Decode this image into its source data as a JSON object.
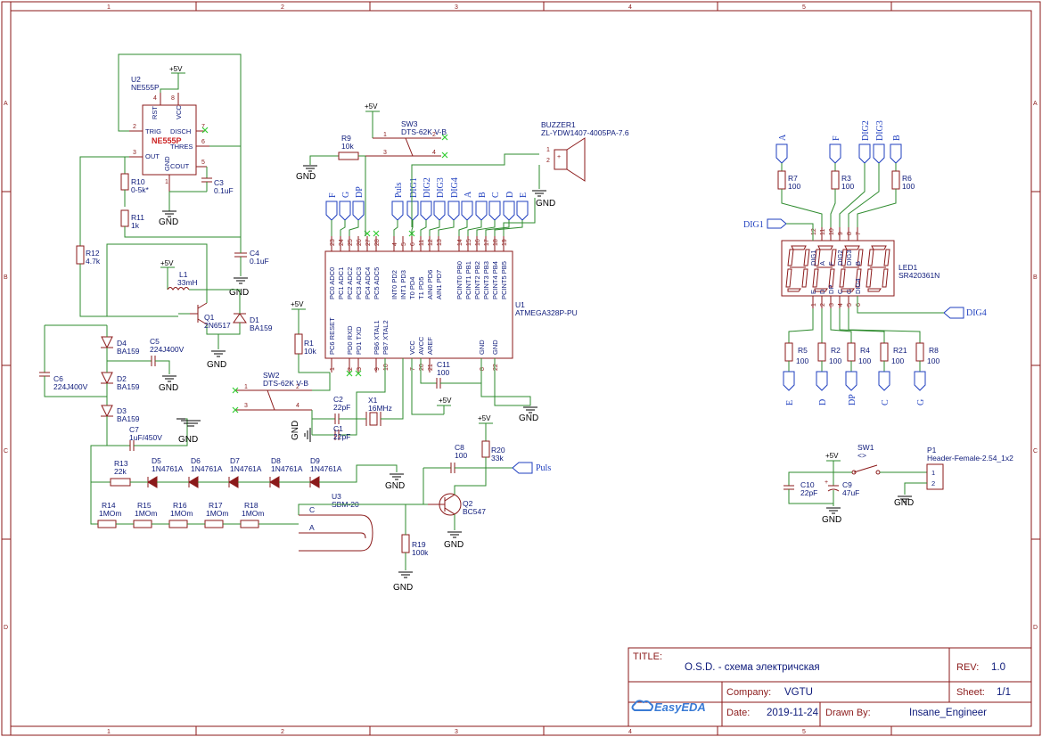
{
  "border": {
    "cols": [
      "1",
      "2",
      "3",
      "4",
      "5"
    ],
    "rows": [
      "A",
      "B",
      "C",
      "D"
    ]
  },
  "title_block": {
    "title_label": "TITLE:",
    "title": "O.S.D. - схема электричская",
    "rev_label": "REV:",
    "rev": "1.0",
    "company_label": "Company:",
    "company": "VGTU",
    "sheet_label": "Sheet:",
    "sheet": "1/1",
    "date_label": "Date:",
    "date": "2019-11-24",
    "drawn_label": "Drawn By:",
    "drawn_by": "Insane_Engineer",
    "logo": "EasyEDA"
  },
  "power": {
    "vcc": "+5V",
    "gnd": "GND"
  },
  "u2": {
    "ref": "U2",
    "name": "NE555P",
    "label": "NE555P",
    "pins": {
      "rst": "RST",
      "vcc": "VCC",
      "trig": "TRIG",
      "disch": "DISCH",
      "thres": "THRES",
      "out": "OUT",
      "gnd": "GND",
      "cout": "COUT"
    },
    "nums": [
      "4",
      "8",
      "2",
      "7",
      "6",
      "3",
      "1",
      "5"
    ]
  },
  "passives": {
    "r9": {
      "ref": "R9",
      "val": "10k"
    },
    "r10": {
      "ref": "R10",
      "val": "0-5k*"
    },
    "r11": {
      "ref": "R11",
      "val": "1k"
    },
    "r12": {
      "ref": "R12",
      "val": "4.7k"
    },
    "r1": {
      "ref": "R1",
      "val": "10k"
    },
    "r13": {
      "ref": "R13",
      "val": "22k"
    },
    "r14": {
      "ref": "R14",
      "val": "1MOm"
    },
    "r15": {
      "ref": "R15",
      "val": "1MOm"
    },
    "r16": {
      "ref": "R16",
      "val": "1MOm"
    },
    "r17": {
      "ref": "R17",
      "val": "1MOm"
    },
    "r18": {
      "ref": "R18",
      "val": "1MOm"
    },
    "r19": {
      "ref": "R19",
      "val": "100k"
    },
    "r20": {
      "ref": "R20",
      "val": "33k"
    },
    "r7": {
      "ref": "R7",
      "val": "100"
    },
    "r3": {
      "ref": "R3",
      "val": "100"
    },
    "r6": {
      "ref": "R6",
      "val": "100"
    },
    "r5": {
      "ref": "R5",
      "val": "100"
    },
    "r2": {
      "ref": "R2",
      "val": "100"
    },
    "r4": {
      "ref": "R4",
      "val": "100"
    },
    "r21": {
      "ref": "R21",
      "val": "100"
    },
    "r8": {
      "ref": "R8",
      "val": "100"
    },
    "c3": {
      "ref": "C3",
      "val": "0.1uF"
    },
    "c4": {
      "ref": "C4",
      "val": "0.1uF"
    },
    "c5": {
      "ref": "C5",
      "val": "224J400V"
    },
    "c6": {
      "ref": "C6",
      "val": "224J400V"
    },
    "c7": {
      "ref": "C7",
      "val": "1uF/450V"
    },
    "c2": {
      "ref": "C2",
      "val": "22pF"
    },
    "c1": {
      "ref": "C1",
      "val": "22pF"
    },
    "c11": {
      "ref": "C11",
      "val": "100"
    },
    "c8": {
      "ref": "C8",
      "val": "100"
    },
    "c10": {
      "ref": "C10",
      "val": "22pF"
    },
    "c9": {
      "ref": "C9",
      "val": "47uF"
    },
    "l1": {
      "ref": "L1",
      "val": "33mH"
    },
    "x1": {
      "ref": "X1",
      "val": "16MHz"
    }
  },
  "semis": {
    "q1": {
      "ref": "Q1",
      "val": "2N6517"
    },
    "d1": {
      "ref": "D1",
      "val": "BA159"
    },
    "d4": {
      "ref": "D4",
      "val": "BA159"
    },
    "d2": {
      "ref": "D2",
      "val": "BA159"
    },
    "d3": {
      "ref": "D3",
      "val": "BA159"
    },
    "d5": {
      "ref": "D5",
      "val": "1N4761A"
    },
    "d6": {
      "ref": "D6",
      "val": "1N4761A"
    },
    "d7": {
      "ref": "D7",
      "val": "1N4761A"
    },
    "d8": {
      "ref": "D8",
      "val": "1N4761A"
    },
    "d9": {
      "ref": "D9",
      "val": "1N4761A"
    },
    "q2": {
      "ref": "Q2",
      "val": "BC547"
    },
    "u3": {
      "ref": "U3",
      "val": "SBM-20",
      "a": "A",
      "c": "C"
    }
  },
  "switches": {
    "sw3": {
      "ref": "SW3",
      "val": "DTS-62K V-B"
    },
    "sw2": {
      "ref": "SW2",
      "val": "DTS-62K V-B"
    },
    "sw1": {
      "ref": "SW1",
      "val": "<>"
    }
  },
  "buzzer": {
    "ref": "BUZZER1",
    "val": "ZL-YDW1407-4005PA-7.6"
  },
  "u1": {
    "ref": "U1",
    "val": "ATMEGA328P-PU",
    "top_pins": [
      "PC0 ADC0",
      "PC1 ADC1",
      "PC2 ADC2",
      "PC3 ADC3",
      "PC4 ADC4",
      "PC5 ADC5",
      "INT0 PD2",
      "INT1 PD3",
      "T0 PD4",
      "T1 PD5",
      "AIN0 PD6",
      "AIN1 PD7",
      "PCINT0 PB0",
      "PCINT1 PB1",
      "PCINT2 PB2",
      "PCINT3 PB3",
      "PCINT4 PB4",
      "PCINT5 PB5"
    ],
    "top_nums": [
      "23",
      "24",
      "25",
      "26",
      "27",
      "28",
      "4",
      "5",
      "6",
      "11",
      "12",
      "13",
      "14",
      "15",
      "16",
      "17",
      "18",
      "19"
    ],
    "bottom_pins": [
      "PC6 RESET",
      "PD0 RXD",
      "PD1 TXD",
      "PB6 XTAL1",
      "PB7 XTAL2",
      "VCC",
      "AVCC",
      "AREF",
      "GND",
      "GND"
    ],
    "bottom_nums": [
      "1",
      "2",
      "3",
      "9",
      "10",
      "7",
      "20",
      "21",
      "8",
      "22"
    ]
  },
  "nets_u1": [
    "F",
    "G",
    "DP",
    "Puls",
    "DIG1",
    "DIG2",
    "DIG3",
    "DIG4",
    "A",
    "B",
    "C",
    "D",
    "E"
  ],
  "nets_led_top": [
    "A",
    "F",
    "DIG2",
    "DIG3",
    "B"
  ],
  "nets_led_bottom": [
    "E",
    "D",
    "DP",
    "C",
    "G"
  ],
  "nets_misc": {
    "dig1": "DIG1",
    "dig4": "DIG4",
    "puls": "Puls"
  },
  "led": {
    "ref": "LED1",
    "val": "SR420361N",
    "top_nums": [
      "12",
      "11",
      "10",
      "9",
      "8",
      "7"
    ],
    "top_labels": [
      "DIG1",
      "A",
      "F",
      "DIG2",
      "DIG3",
      "B"
    ],
    "bot_nums": [
      "1",
      "2",
      "3",
      "4",
      "5",
      "6"
    ],
    "bot_labels": [
      "E",
      "D",
      "DP",
      "C",
      "G",
      "DIG4"
    ]
  },
  "p1": {
    "ref": "P1",
    "val": "Header-Female-2.54_1x2",
    "pins": [
      "1",
      "2"
    ]
  }
}
